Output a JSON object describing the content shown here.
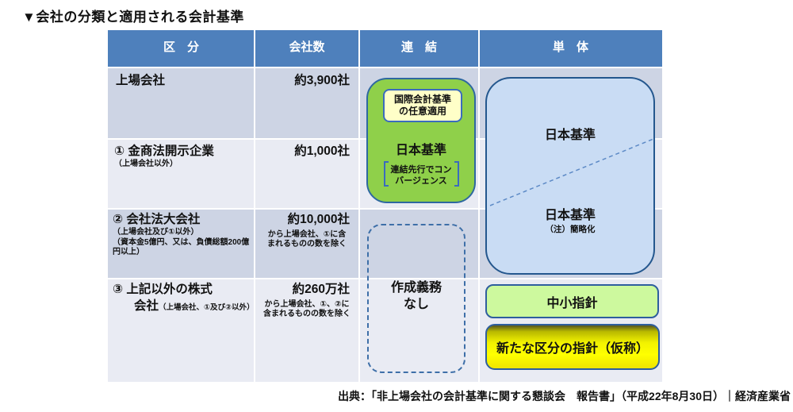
{
  "title": "▼会社の分類と適用される会計基準",
  "caption": "出典：「非上場会社の会計基準に関する懇談会　報告書」（平成22年8月30日）｜経済産業省",
  "table": {
    "headers": {
      "kubun": "区　分",
      "count": "会社数",
      "renketsu": "連　結",
      "tantai": "単　体"
    },
    "rows": [
      {
        "label": "上場会社",
        "count": "約3,900社"
      },
      {
        "label": "① 金商法開示企業",
        "sub1": "（上場会社以外）",
        "count": "約1,000社"
      },
      {
        "label": "② 会社法大会社",
        "sub1": "（上場会社及び①以外）",
        "sub2": "（資本金5億円、又は、負債総額200億\n円以上）",
        "count": "約10,000社",
        "count_note": "から上場会社、①に含\nまれるものの数を除く"
      },
      {
        "label_line1": "③ 上記以外の株式",
        "label_line2": "会社",
        "label_inline_sub": "（上場会社、①及び②以外）",
        "count": "約260万社",
        "count_note": "から上場会社、①、②に\n含まれるものの数を除く"
      }
    ]
  },
  "renketsu": {
    "ifrs_box": "国際会計基準\nの任意適用",
    "japan_standard": "日本基準",
    "convergence": "連結先行でコン\nバージェンス",
    "no_obligation": "作成義務\nなし"
  },
  "tantai": {
    "japan_standard_top": "日本基準",
    "japan_standard_bottom": "日本基準",
    "bottom_note": "（注）簡略化",
    "chusho_shishin": "中小指針",
    "new_guideline": "新たな区分の指針（仮称）"
  },
  "colors": {
    "header_blue": "#4E80BC",
    "band_dark": "#CDD4E4",
    "band_light": "#E9EBF3",
    "green_box": "#8FD04A",
    "ifrs_yellow": "#FFFFC8",
    "tantai_blue": "#C9DCF4",
    "chusho_green": "#CDF99E",
    "new_guideline_yellow": "#FFFF00",
    "border_blue": "#2E5E9E"
  }
}
